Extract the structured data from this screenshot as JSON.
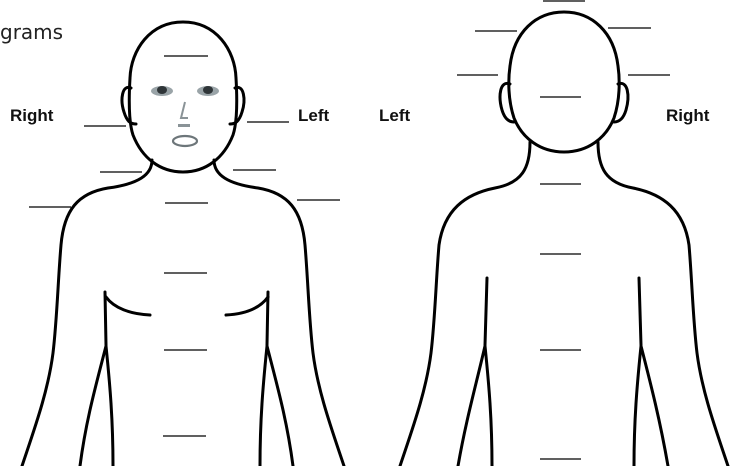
{
  "caption": "grams",
  "front": {
    "label_left": "Right",
    "label_right": "Left"
  },
  "back": {
    "label_left": "Left",
    "label_right": "Right"
  },
  "colors": {
    "line": "#000000",
    "background": "#ffffff",
    "face_shading": "#9aa4a8"
  }
}
